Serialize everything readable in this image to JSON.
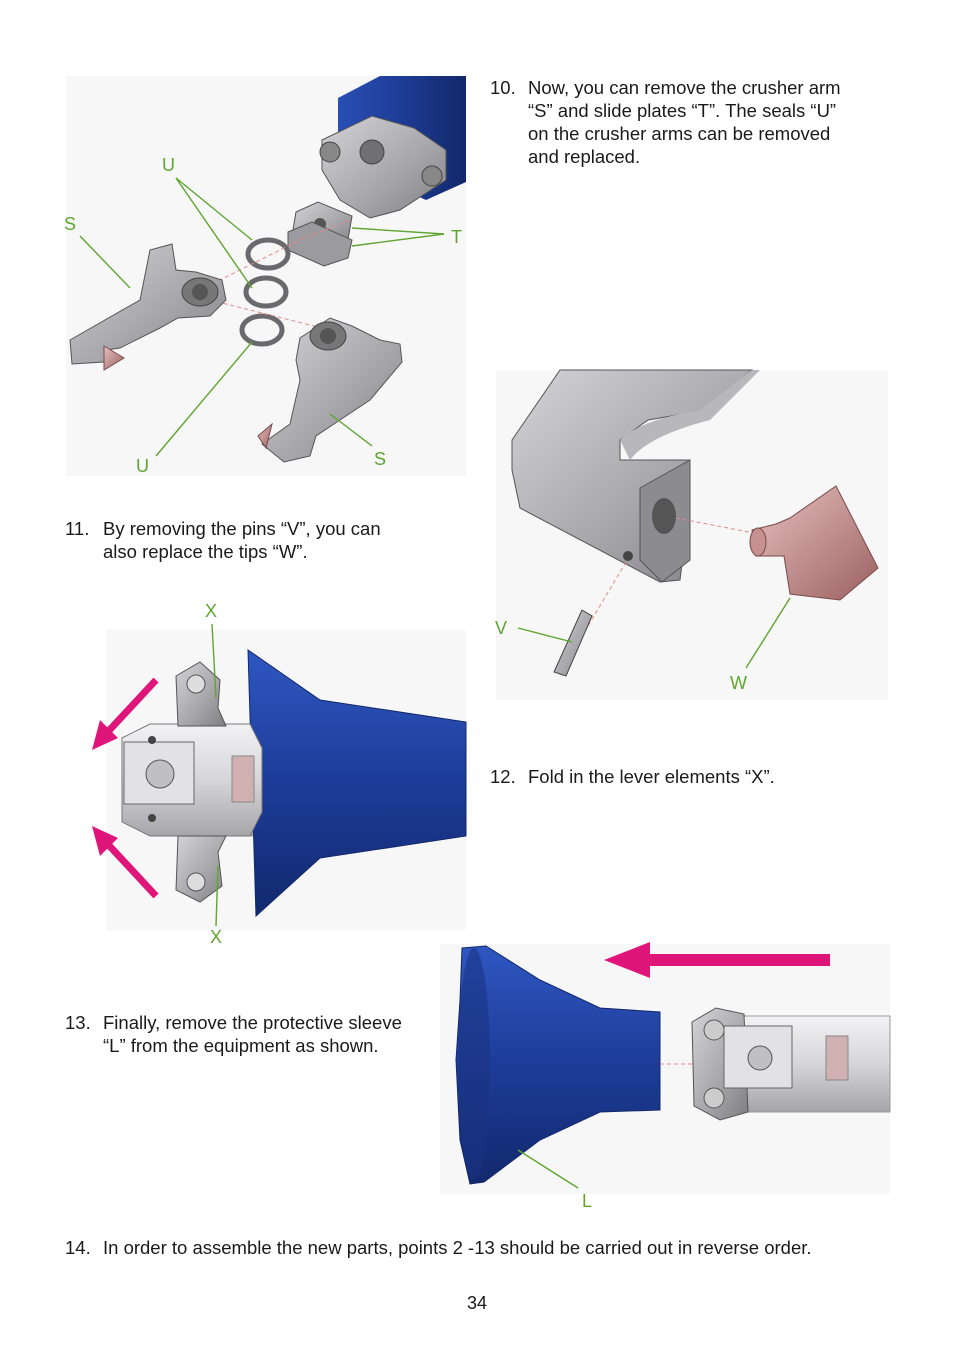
{
  "steps": [
    {
      "number": "10.",
      "lines": [
        "Now, you can remove the crusher arm",
        "“S” and slide plates “T”. The seals “U”",
        "on the crusher arms can be removed",
        "and replaced."
      ]
    },
    {
      "number": "11.",
      "lines": [
        "By removing the pins “V”, you can",
        "also replace the tips “W”."
      ]
    },
    {
      "number": "12.",
      "lines": [
        "Fold in the lever elements “X”."
      ]
    },
    {
      "number": "13.",
      "lines": [
        "Finally, remove the protective sleeve",
        "“L” from the equipment as shown."
      ]
    },
    {
      "number": "14.",
      "lines": [
        "In order to assemble the new parts, points 2 -13 should be carried out in reverse order."
      ]
    }
  ],
  "callouts": {
    "fig1": {
      "u_top": "U",
      "s_left": "S",
      "t": "T",
      "u_bottom": "U",
      "s_right": "S"
    },
    "fig2": {
      "v": "V",
      "w": "W"
    },
    "fig3": {
      "x_top": "X",
      "x_bottom": "X"
    },
    "fig4": {
      "l": "L"
    }
  },
  "colors": {
    "callout": "#5fa52f",
    "arrow": "#e0157a",
    "sleeve": "#1f3f9a",
    "metal": "#a8a8ac",
    "tip": "#c48b8b"
  },
  "page_number": "34"
}
